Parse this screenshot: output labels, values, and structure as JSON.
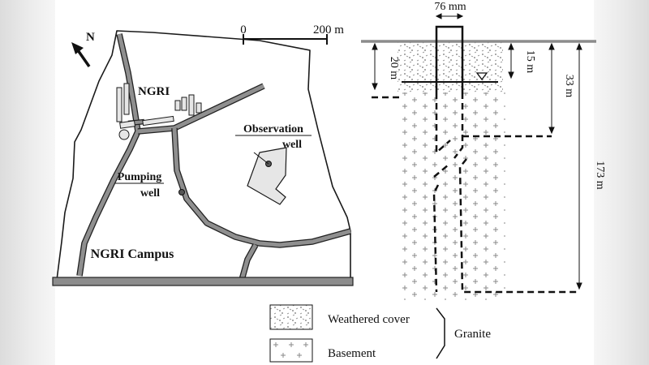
{
  "map": {
    "north": "N",
    "scale_start": "0",
    "scale_end": "200 m",
    "institute": "NGRI",
    "pumping_well_line1": "Pumping",
    "pumping_well_line2": "well",
    "observation_well_line1": "Observation",
    "observation_well_line2": "well",
    "campus": "NGRI Campus"
  },
  "well_section": {
    "diameter": "76 mm",
    "dim_weathered": "20 m",
    "dim_water": "15 m",
    "dim_casing": "33 m",
    "dim_total": "173 m"
  },
  "legend": {
    "weathered": "Weathered cover",
    "basement": "Basement",
    "group": "Granite"
  },
  "colors": {
    "road": "#8f8f8f",
    "road_edge": "#2a2a2a",
    "building_fill": "#e6e6e6",
    "bottom_bar": "#8c8c8c",
    "cross": "#888888"
  }
}
